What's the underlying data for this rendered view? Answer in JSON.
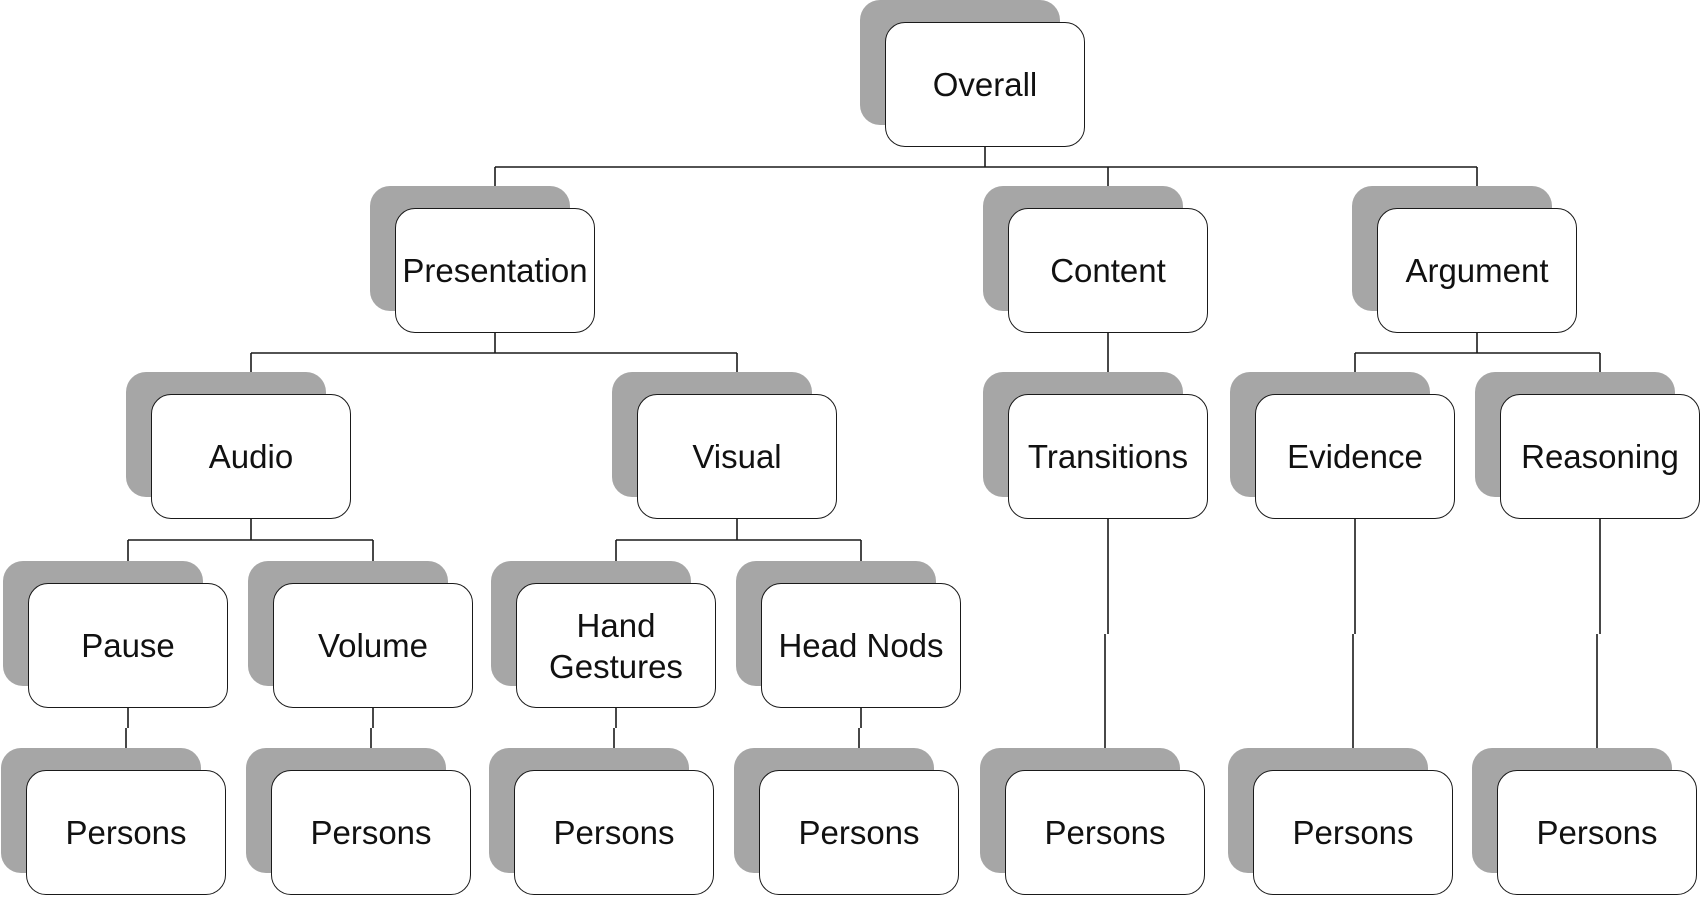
{
  "nodes": {
    "overall": "Overall",
    "presentation": "Presentation",
    "content": "Content",
    "argument": "Argument",
    "audio": "Audio",
    "visual": "Visual",
    "transitions": "Transitions",
    "evidence": "Evidence",
    "reasoning": "Reasoning",
    "pause": "Pause",
    "volume": "Volume",
    "hand_gestures": "Hand\nGestures",
    "head_nods": "Head Nods",
    "persons_pause": "Persons",
    "persons_volume": "Persons",
    "persons_hand_gestures": "Persons",
    "persons_head_nods": "Persons",
    "persons_transitions": "Persons",
    "persons_evidence": "Persons",
    "persons_reasoning": "Persons"
  },
  "edges": [
    [
      "overall",
      "presentation"
    ],
    [
      "overall",
      "content"
    ],
    [
      "overall",
      "argument"
    ],
    [
      "presentation",
      "audio"
    ],
    [
      "presentation",
      "visual"
    ],
    [
      "content",
      "transitions"
    ],
    [
      "argument",
      "evidence"
    ],
    [
      "argument",
      "reasoning"
    ],
    [
      "audio",
      "pause"
    ],
    [
      "audio",
      "volume"
    ],
    [
      "visual",
      "hand_gestures"
    ],
    [
      "visual",
      "head_nods"
    ],
    [
      "pause",
      "persons_pause"
    ],
    [
      "volume",
      "persons_volume"
    ],
    [
      "hand_gestures",
      "persons_hand_gestures"
    ],
    [
      "head_nods",
      "persons_head_nods"
    ],
    [
      "transitions",
      "persons_transitions"
    ],
    [
      "evidence",
      "persons_evidence"
    ],
    [
      "reasoning",
      "persons_reasoning"
    ]
  ],
  "colors": {
    "shadow": "#a6a6a6",
    "border": "#1a1a1a",
    "line": "#1a1a1a"
  }
}
